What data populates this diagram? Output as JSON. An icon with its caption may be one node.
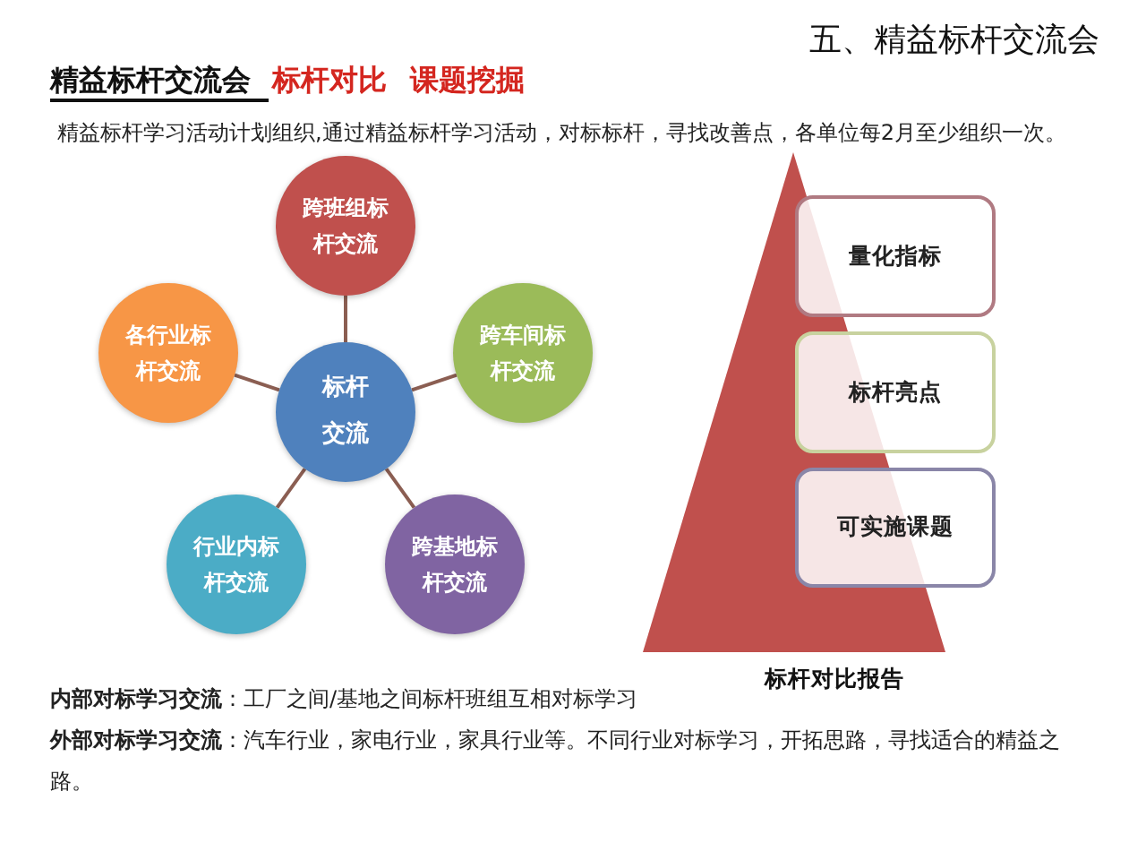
{
  "diagram": {
    "title": "五、精益标杆交流会",
    "nodes": [
      {
        "text": [
          "标杆交流"
        ]
      },
      {
        "text": [
          "跨班组标杆交流"
        ]
      },
      {
        "text": [
          "跨车间标杆交流"
        ]
      },
      {
        "text": [
          "跨基地标杆交流"
        ]
      },
      {
        "text": [
          "行业内标杆交流"
        ]
      },
      {
        "text": [
          "各行业标杆交流"
        ]
      },
      {
        "text": [
          "标杆对比报告"
        ]
      },
      {
        "text": [
          "量化指标"
        ]
      },
      {
        "text": [
          "标杆亮点"
        ]
      },
      {
        "text": [
          "可实施课题"
        ]
      }
    ],
    "edges": [
      {
        "from": 0,
        "to": 1,
        "arrow": "none"
      },
      {
        "from": 0,
        "to": 2,
        "arrow": "none"
      },
      {
        "from": 0,
        "to": 3,
        "arrow": "none"
      },
      {
        "from": 0,
        "to": 4,
        "arrow": "none"
      },
      {
        "from": 0,
        "to": 5,
        "arrow": "none"
      }
    ],
    "labels": [
      "精益标杆交流会",
      "标杆对比",
      "课题挖掘",
      "精益标杆学习活动计划组织,通过精益标杆学习活动，对标标杆，寻找改善点，各单位每2月至少组织一次。",
      "**内部对标学习交流**：工厂之间/基地之间标杆班组互相对标学习",
      "**外部对标学习交流**：汽车行业，家电行业，家具行业等。不同行业对标学习，开拓思路，寻找适合的精益之路。"
    ]
  }
}
